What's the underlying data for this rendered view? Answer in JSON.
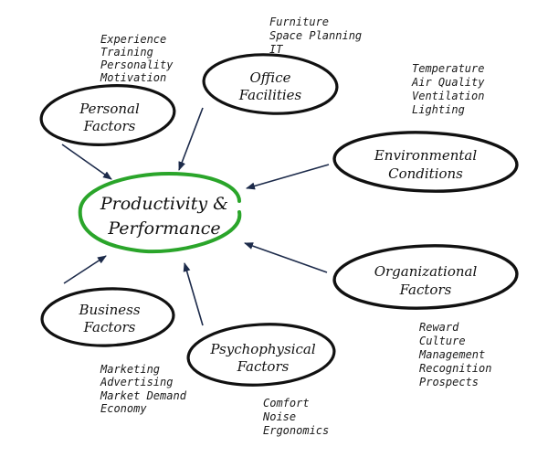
{
  "center": {
    "line1": "Productivity &",
    "line2": "Performance",
    "color": "#2aa52a"
  },
  "nodes": {
    "personal": {
      "line1": "Personal",
      "line2": "Factors",
      "items": [
        "Experience",
        "Training",
        "Personality",
        "Motivation"
      ]
    },
    "office": {
      "line1": "Office",
      "line2": "Facilities",
      "items": [
        "Furniture",
        "Space Planning",
        "IT"
      ]
    },
    "environmental": {
      "line1": "Environmental",
      "line2": "Conditions",
      "items": [
        "Temperature",
        "Air Quality",
        "Ventilation",
        "Lighting"
      ]
    },
    "organizational": {
      "line1": "Organizational",
      "line2": "Factors",
      "items": [
        "Reward",
        "Culture",
        "Management",
        "Recognition",
        "Prospects"
      ]
    },
    "psychophysical": {
      "line1": "Psychophysical",
      "line2": "Factors",
      "items": [
        "Comfort",
        "Noise",
        "Ergonomics"
      ]
    },
    "business": {
      "line1": "Business",
      "line2": "Factors",
      "items": [
        "Marketing",
        "Advertising",
        "Market Demand",
        "Economy"
      ]
    }
  },
  "colors": {
    "ellipse_stroke": "#111111",
    "arrow_stroke": "#1c2a4a"
  }
}
